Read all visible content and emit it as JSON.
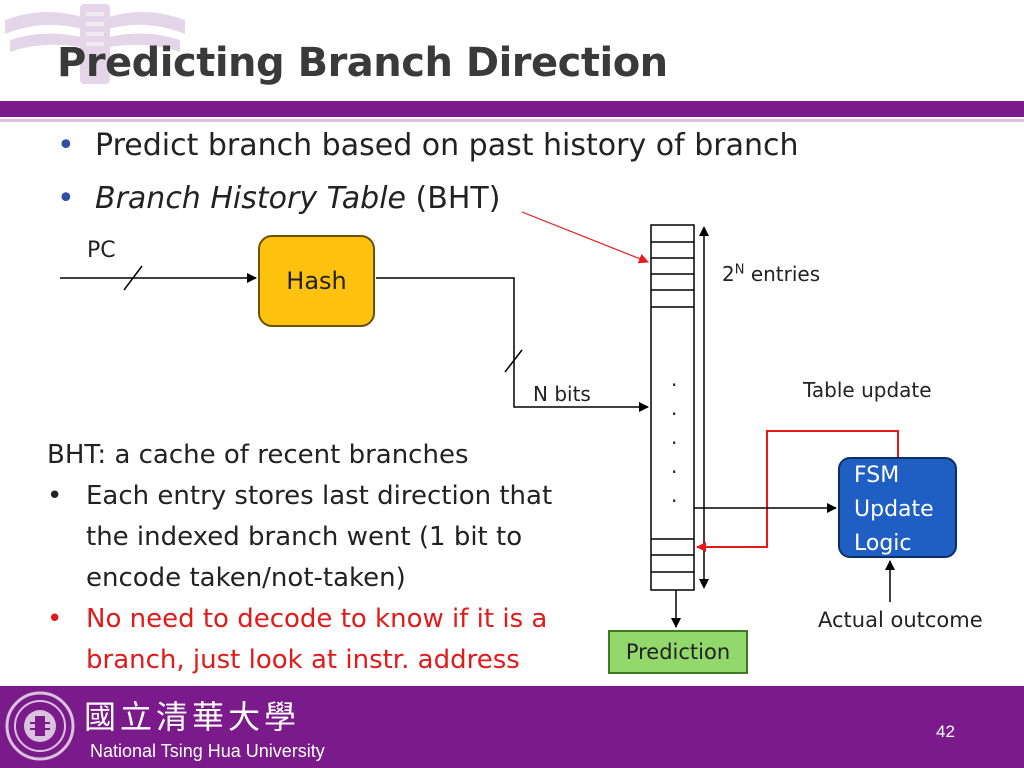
{
  "slide": {
    "title": "Predicting Branch Direction",
    "bullets": [
      {
        "text": "Predict branch based on past history of branch"
      },
      {
        "italic": "Branch History Table",
        "rest": " (BHT)"
      }
    ],
    "bullet_glyph": "•"
  },
  "diagram": {
    "pc_label": "PC",
    "hash_label": "Hash",
    "entries_base": "2",
    "entries_exp": "N",
    "entries_rest": " entries",
    "n_bits_label": "N bits",
    "table_update_label": "Table update",
    "fsm_lines": [
      "FSM",
      "Update",
      "Logic"
    ],
    "actual_outcome_label": "Actual outcome",
    "prediction_label": "Prediction",
    "dots": "."
  },
  "description": {
    "heading": "BHT: a cache of recent branches",
    "items": [
      {
        "text_lines": [
          "Each entry stores last direction that",
          "the indexed branch went (1 bit to",
          "encode taken/not-taken)"
        ],
        "color": "#222222"
      },
      {
        "text_lines": [
          "No need to decode to know if it is a",
          "branch, just look at instr. address"
        ],
        "color": "#e31a1a"
      }
    ]
  },
  "footer": {
    "university_cjk": "國立清華大學",
    "university_en": "National Tsing Hua University",
    "page_number": "42"
  },
  "colors": {
    "accent_purple": "#7b1a8a",
    "bullet_blue": "#2e4ea8",
    "hash_yellow": "#ffc20e",
    "fsm_blue": "#1f5fc4",
    "prediction_green": "#92d86c",
    "red": "#e31a1a"
  }
}
